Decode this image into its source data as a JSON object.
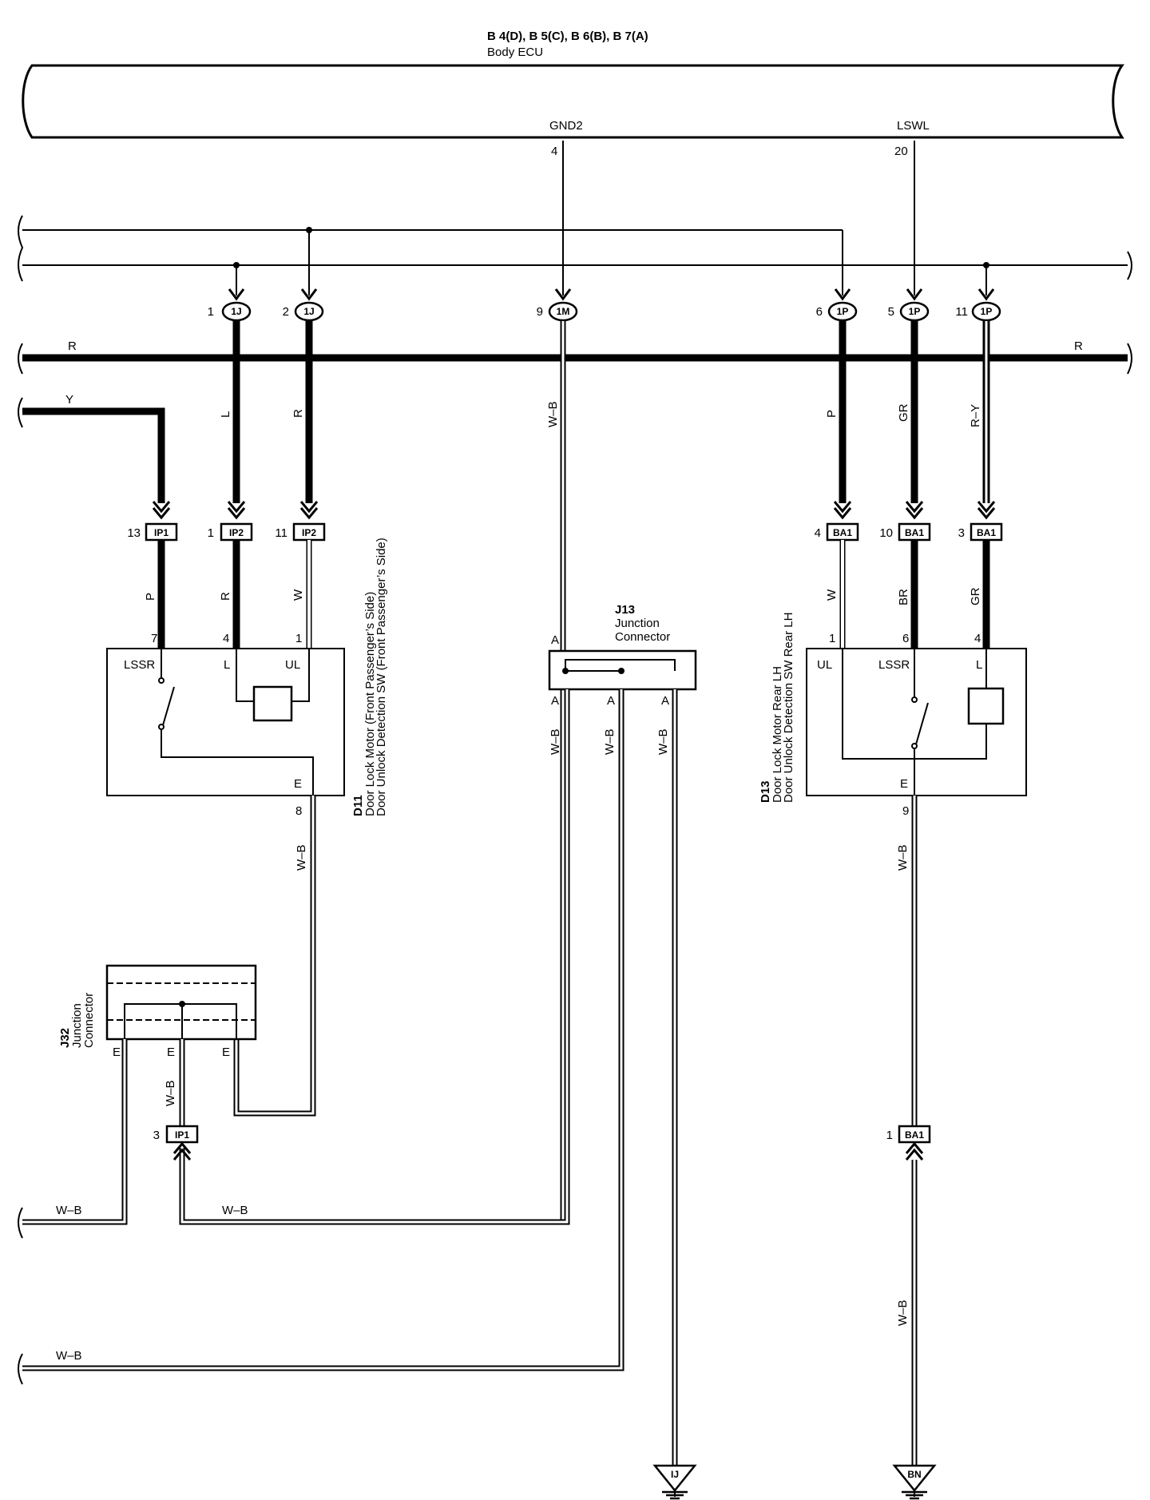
{
  "ecu": {
    "connectors": "B 4(D), B 5(C), B 6(B), B 7(A)",
    "name": "Body ECU",
    "gnd2": {
      "label": "GND2",
      "pin": "4"
    },
    "lswl": {
      "label": "LSWL",
      "pin": "20"
    }
  },
  "junction_top": [
    {
      "pin": "1",
      "code": "1J"
    },
    {
      "pin": "2",
      "code": "1J"
    },
    {
      "pin": "9",
      "code": "1M"
    },
    {
      "pin": "6",
      "code": "1P"
    },
    {
      "pin": "5",
      "code": "1P"
    },
    {
      "pin": "11",
      "code": "1P"
    }
  ],
  "bus_labels": {
    "left": "R",
    "right": "R"
  },
  "wire_colors": {
    "y_left": "Y",
    "l": "L",
    "r": "R",
    "wb_center": "W–B",
    "p_right": "P",
    "gr_right": "GR",
    "ry_right": "R–Y",
    "p_d11": "P",
    "r_d11": "R",
    "w_d11": "W",
    "w_d13": "W",
    "br_d13": "BR",
    "gr_d13": "GR",
    "wb_d11": "W–B",
    "wb_j13_a": "W–B",
    "wb_j13_b": "W–B",
    "wb_j13_c": "W–B",
    "wb_d13": "W–B",
    "wb_j32": "W–B",
    "wb_bottom1": "W–B",
    "wb_bottom2": "W–B",
    "wb_bottom3": "W–B",
    "wb_ba1": "W–B"
  },
  "connectors_mid": [
    {
      "pin": "13",
      "code": "IP1"
    },
    {
      "pin": "1",
      "code": "IP2"
    },
    {
      "pin": "11",
      "code": "IP2"
    },
    {
      "pin": "4",
      "code": "BA1"
    },
    {
      "pin": "10",
      "code": "BA1"
    },
    {
      "pin": "3",
      "code": "BA1"
    }
  ],
  "d11": {
    "id": "D11",
    "line1": "Door Lock Motor (Front Passenger’s Side)",
    "line2": "Door Unlock Detection SW (Front Passenger’s Side)",
    "pins": {
      "lssr": "7",
      "l": "4",
      "ul": "1",
      "e": "8"
    },
    "terms": {
      "lssr": "LSSR",
      "l": "L",
      "ul": "UL",
      "e": "E"
    }
  },
  "d13": {
    "id": "D13",
    "line1": "Door Lock Motor Rear LH",
    "line2": "Door Unlock Detection SW Rear LH",
    "pins": {
      "ul": "1",
      "lssr": "6",
      "l": "4",
      "e": "9"
    },
    "terms": {
      "ul": "UL",
      "lssr": "LSSR",
      "l": "L",
      "e": "E"
    }
  },
  "j13": {
    "id": "J13",
    "line1": "Junction",
    "line2": "Connector",
    "pin_in": "A",
    "pins_out": [
      "A",
      "A",
      "A"
    ]
  },
  "j32": {
    "id": "J32",
    "line1": "Junction",
    "line2": "Connector",
    "pins": [
      "E",
      "E",
      "E"
    ]
  },
  "lower_connectors": [
    {
      "pin": "3",
      "code": "IP1"
    },
    {
      "pin": "1",
      "code": "BA1"
    }
  ],
  "grounds": [
    {
      "code": "IJ"
    },
    {
      "code": "BN"
    }
  ]
}
